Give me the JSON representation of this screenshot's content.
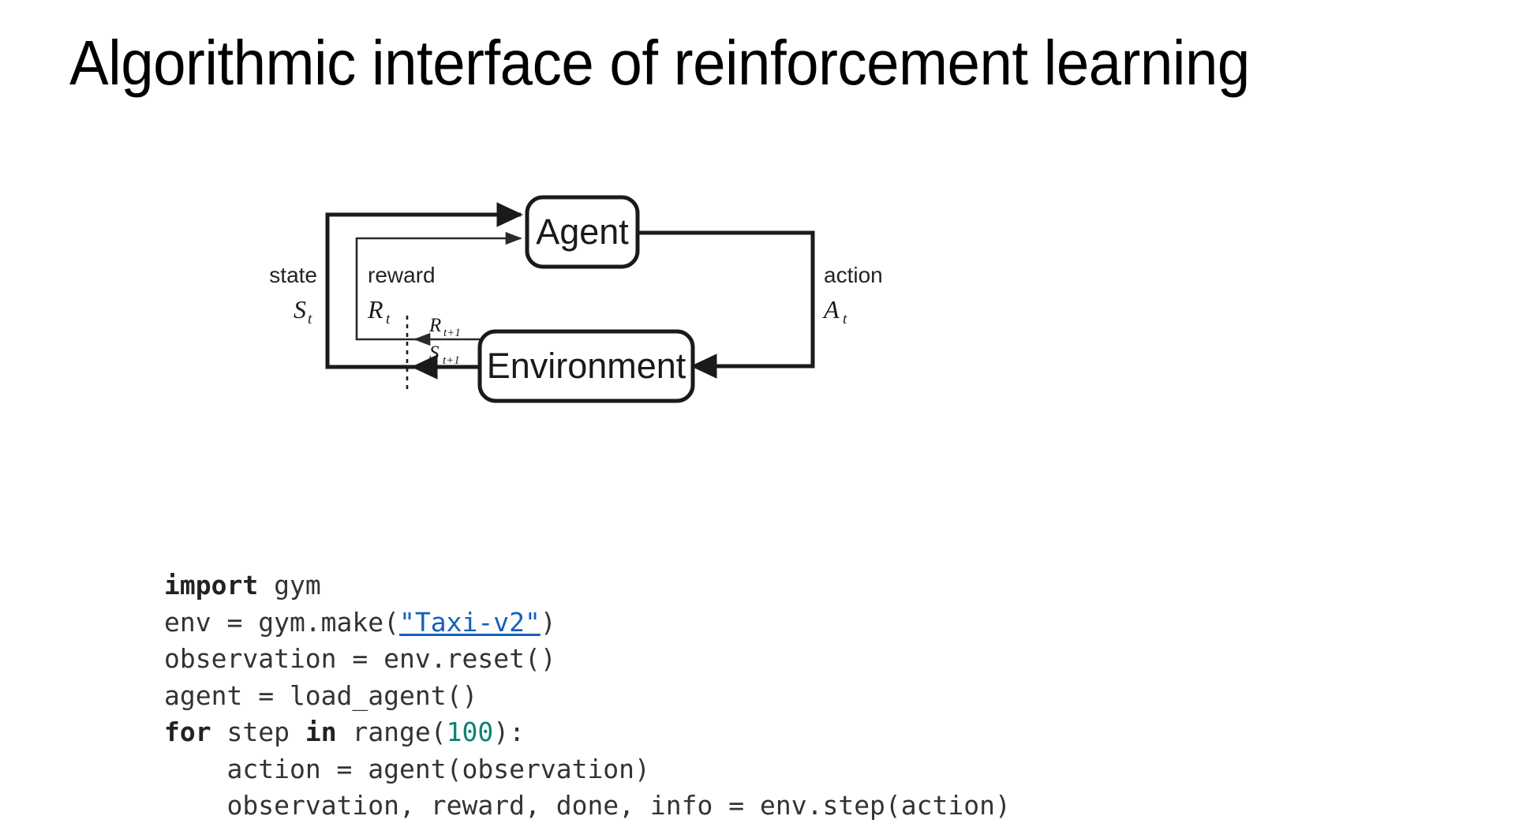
{
  "slide": {
    "title": "Algorithmic interface of reinforcement learning"
  },
  "diagram": {
    "name": "reinforcement-learning-loop",
    "agent_box_label": "Agent",
    "environment_box_label": "Environment",
    "state_label": "state",
    "state_symbol": "S",
    "state_symbol_sub": "t",
    "reward_label": "reward",
    "reward_symbol": "R",
    "reward_symbol_sub": "t",
    "action_label": "action",
    "action_symbol": "A",
    "action_symbol_sub": "t",
    "next_reward_symbol": "R",
    "next_reward_sub": "t+1",
    "next_state_symbol": "S",
    "next_state_sub": "t+1",
    "stroke_color": "#1a1a1a",
    "box_fill": "#ffffff"
  },
  "code": {
    "language": "python",
    "link_color": "#1560bd",
    "number_color": "#0e8173",
    "text_color": "#333333",
    "lines": [
      {
        "indent": 0,
        "tokens": [
          {
            "type": "keyword",
            "text": "import"
          },
          {
            "type": "plain",
            "text": " gym"
          }
        ]
      },
      {
        "indent": 0,
        "tokens": [
          {
            "type": "plain",
            "text": "env = gym.make("
          },
          {
            "type": "link",
            "text": "\"Taxi-v2\""
          },
          {
            "type": "plain",
            "text": ")"
          }
        ]
      },
      {
        "indent": 0,
        "tokens": [
          {
            "type": "plain",
            "text": "observation = env.reset()"
          }
        ]
      },
      {
        "indent": 0,
        "tokens": [
          {
            "type": "plain",
            "text": "agent = load_agent()"
          }
        ]
      },
      {
        "indent": 0,
        "tokens": [
          {
            "type": "keyword",
            "text": "for"
          },
          {
            "type": "plain",
            "text": " step "
          },
          {
            "type": "keyword",
            "text": "in"
          },
          {
            "type": "plain",
            "text": " range("
          },
          {
            "type": "number",
            "text": "100"
          },
          {
            "type": "plain",
            "text": "):"
          }
        ]
      },
      {
        "indent": 4,
        "tokens": [
          {
            "type": "plain",
            "text": "action = agent(observation)"
          }
        ]
      },
      {
        "indent": 4,
        "tokens": [
          {
            "type": "plain",
            "text": "observation, reward, done, info = env.step(action)"
          }
        ]
      }
    ]
  }
}
